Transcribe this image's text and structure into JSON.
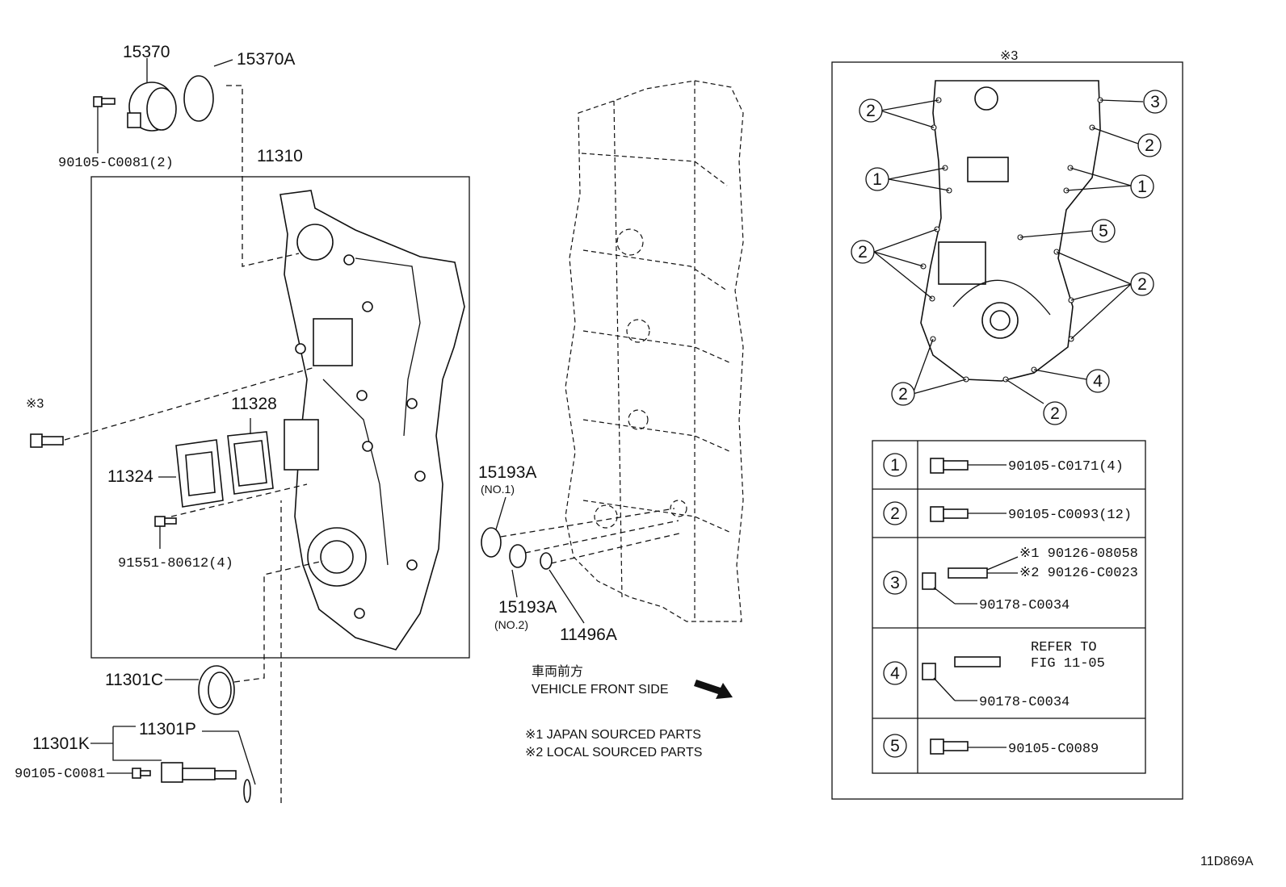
{
  "callouts": {
    "p15370": "15370",
    "p15370A": "15370A",
    "p90105_c0081_2": "90105-C0081(2)",
    "p11310": "11310",
    "ref3_left": "※3",
    "p11328": "11328",
    "p11324": "11324",
    "p91551": "91551-80612(4)",
    "p11301C": "11301C",
    "p11301K": "11301K",
    "p11301P": "11301P",
    "p90105_c0081": "90105-C0081",
    "p15193A_1": "15193A",
    "p15193A_1_sub": "(NO.1)",
    "p15193A_2": "15193A",
    "p15193A_2_sub": "(NO.2)",
    "p11496A": "11496A"
  },
  "front_label": {
    "jp": "車両前方",
    "en": "VEHICLE FRONT SIDE"
  },
  "notes": {
    "n1": "※1 JAPAN SOURCED PARTS",
    "n2": "※2 LOCAL SOURCED PARTS"
  },
  "detail_box": {
    "title": "※3",
    "circle_labels": {
      "c2_a": "2",
      "c3_a": "3",
      "c2_b": "2",
      "c1_a": "1",
      "c1_b": "1",
      "c5_a": "5",
      "c2_c": "2",
      "c2_d": "2",
      "c2_e": "2",
      "c4_a": "4",
      "c2_f": "2"
    }
  },
  "bolt_table": [
    {
      "key": "1",
      "parts": [
        "90105-C0171(4)"
      ]
    },
    {
      "key": "2",
      "parts": [
        "90105-C0093(12)"
      ]
    },
    {
      "key": "3",
      "parts": [
        "※1  90126-08058",
        "※2  90126-C0023",
        "90178-C0034"
      ]
    },
    {
      "key": "4",
      "parts": [
        "REFER TO",
        "FIG 11-05",
        "90178-C0034"
      ]
    },
    {
      "key": "5",
      "parts": [
        "90105-C0089"
      ]
    }
  ],
  "figure_code": "11D869A"
}
